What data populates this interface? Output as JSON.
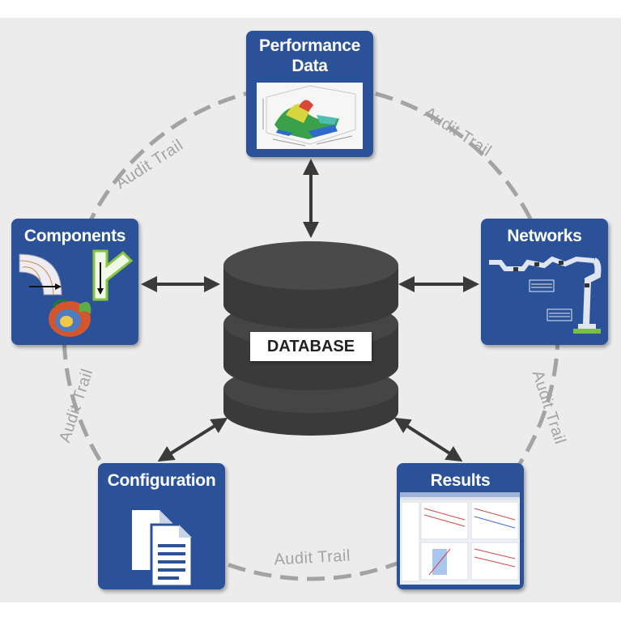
{
  "nodes": {
    "performance": {
      "title_line1": "Performance",
      "title_line2": "Data"
    },
    "components": {
      "title": "Components"
    },
    "networks": {
      "title": "Networks"
    },
    "configuration": {
      "title": "Configuration"
    },
    "results": {
      "title": "Results"
    }
  },
  "database": {
    "label": "DATABASE"
  },
  "audit_trail": {
    "top_left": "Audit Trail",
    "top_right": "Audit Trail",
    "left": "Audit Trail",
    "right": "Audit Trail",
    "bottom": "Audit Trail"
  },
  "colors": {
    "node_fill": "#2b5299",
    "database_fill": "#3d3d3d",
    "ring_stroke": "#a3a3a3",
    "arrow_stroke": "#3a3a3a"
  }
}
